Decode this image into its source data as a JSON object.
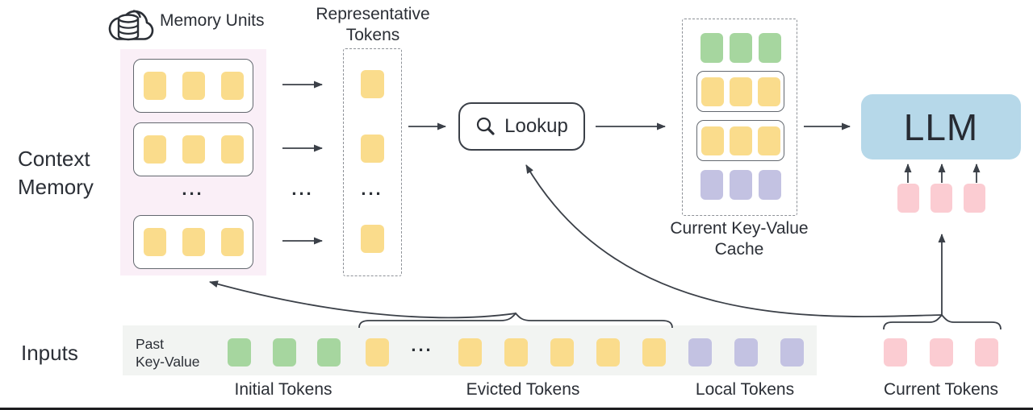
{
  "colors": {
    "yellow": "#FADC8C",
    "green": "#A6D69F",
    "purple": "#C3C2E2",
    "pink": "#FBCCD2",
    "blue_llm": "#B6D8E9",
    "memory_bg": "#FAEFF7",
    "strip_bg": "#F2F4F2",
    "line": "#3B4048",
    "text": "#2B2F36"
  },
  "labels": {
    "memory_units": "Memory Units",
    "context_memory": "Context\nMemory",
    "representative": "Representative\nTokens",
    "lookup": "Lookup",
    "cache": "Current Key-Value\nCache",
    "llm": "LLM",
    "inputs": "Inputs",
    "past_key_value": "Past\nKey-Value",
    "initial": "Initial Tokens",
    "evicted": "Evicted Tokens",
    "local": "Local Tokens",
    "current": "Current Tokens",
    "ellipsis": "..."
  },
  "tokens": {
    "memory_unit": [
      "yellow",
      "yellow",
      "yellow"
    ],
    "rep_upper": [
      "yellow",
      "yellow"
    ],
    "rep_lower": [
      "yellow"
    ],
    "cache_green": [
      "green",
      "green",
      "green"
    ],
    "cache_yellow_1": [
      "yellow",
      "yellow",
      "yellow"
    ],
    "cache_yellow_2": [
      "yellow",
      "yellow",
      "yellow"
    ],
    "cache_purple": [
      "purple",
      "purple",
      "purple"
    ],
    "llm_inputs": [
      "pink",
      "pink",
      "pink"
    ],
    "strip_initial": [
      "green",
      "green",
      "green"
    ],
    "strip_evicted_pre": [
      "yellow"
    ],
    "strip_evicted_post": [
      "yellow",
      "yellow",
      "yellow",
      "yellow",
      "yellow"
    ],
    "strip_local": [
      "purple",
      "purple",
      "purple"
    ],
    "strip_current": [
      "pink",
      "pink",
      "pink"
    ]
  }
}
